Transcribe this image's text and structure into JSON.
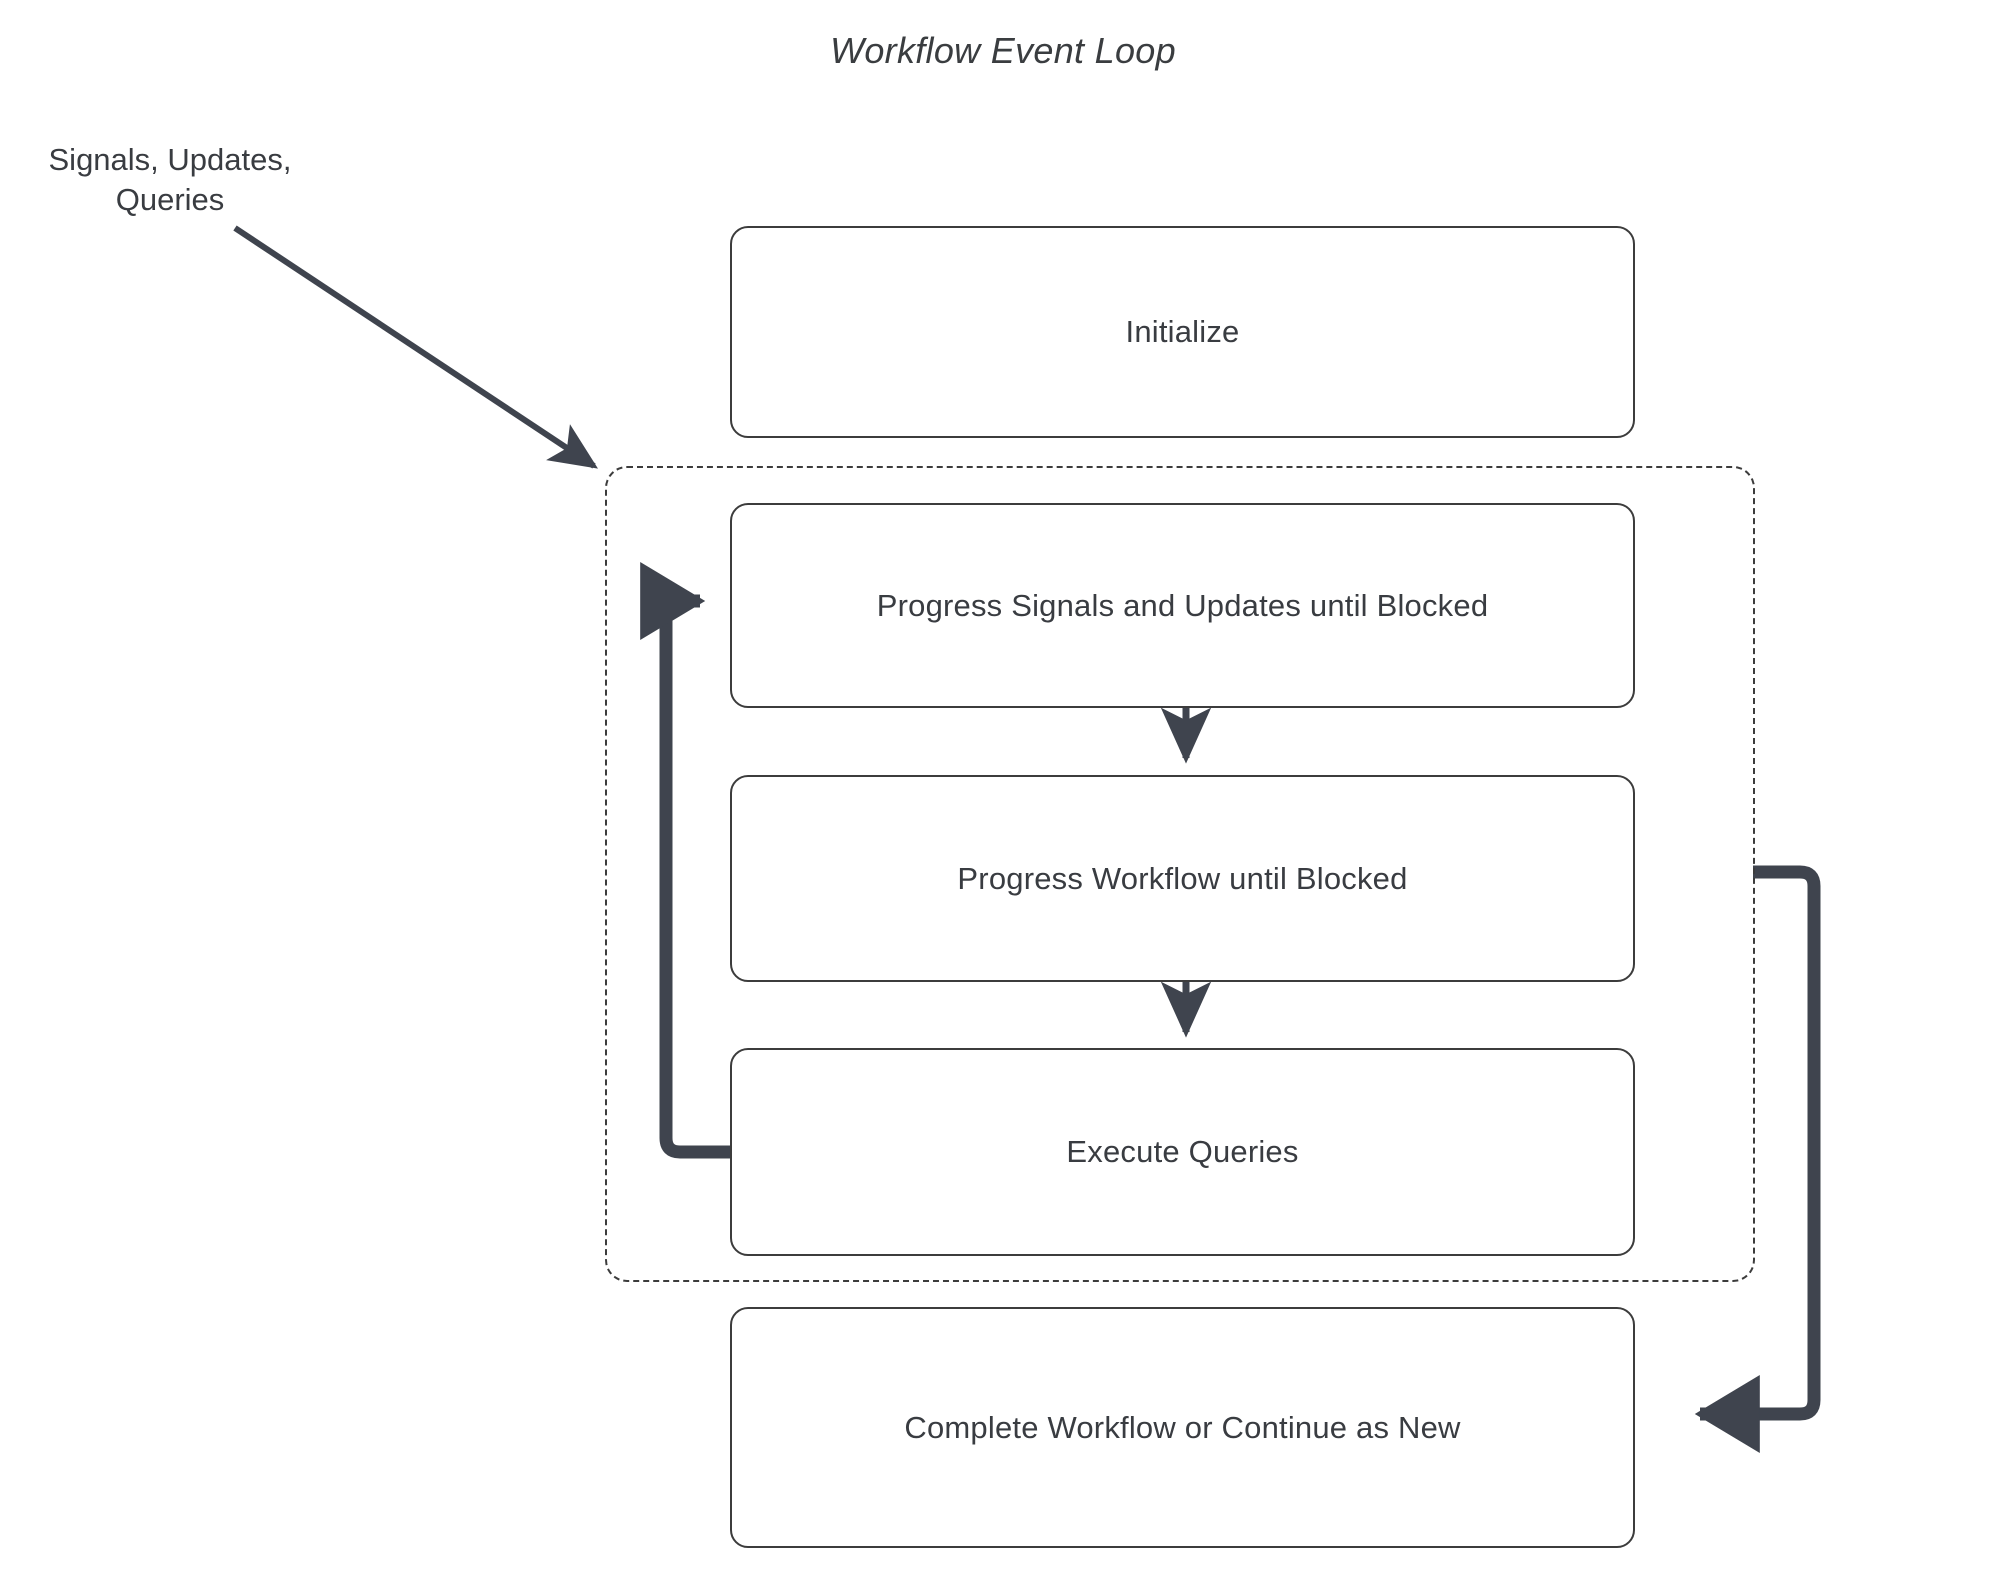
{
  "diagram": {
    "title": "Workflow Event Loop",
    "type": "flowchart",
    "colors": {
      "stroke": "#3c3c3c",
      "thick_arrow": "#3f444e",
      "text": "#393c41",
      "background": "#ffffff"
    },
    "annotations": [
      {
        "name": "input-label",
        "line1": "Signals, Updates,",
        "line2": "Queries",
        "target": "loop-group"
      }
    ],
    "nodes": [
      {
        "id": "initialize",
        "label": "Initialize"
      },
      {
        "id": "progress-signals",
        "label": "Progress Signals and Updates until Blocked"
      },
      {
        "id": "progress-workflow",
        "label": "Progress Workflow until Blocked"
      },
      {
        "id": "execute-queries",
        "label": "Execute Queries"
      },
      {
        "id": "complete-workflow",
        "label": "Complete Workflow or Continue as New"
      }
    ],
    "group": {
      "id": "loop-group",
      "style": "dashed",
      "contains": [
        "progress-signals",
        "progress-workflow",
        "execute-queries"
      ]
    },
    "edges": [
      {
        "from": "input-label",
        "to": "loop-group",
        "style": "thin-arrow"
      },
      {
        "from": "progress-signals",
        "to": "progress-workflow",
        "style": "thin-arrow"
      },
      {
        "from": "progress-workflow",
        "to": "execute-queries",
        "style": "thin-arrow"
      },
      {
        "from": "execute-queries",
        "to": "progress-signals",
        "style": "thick-loop-back-left"
      },
      {
        "from": "loop-group",
        "to": "complete-workflow",
        "style": "thick-loop-right"
      }
    ]
  }
}
